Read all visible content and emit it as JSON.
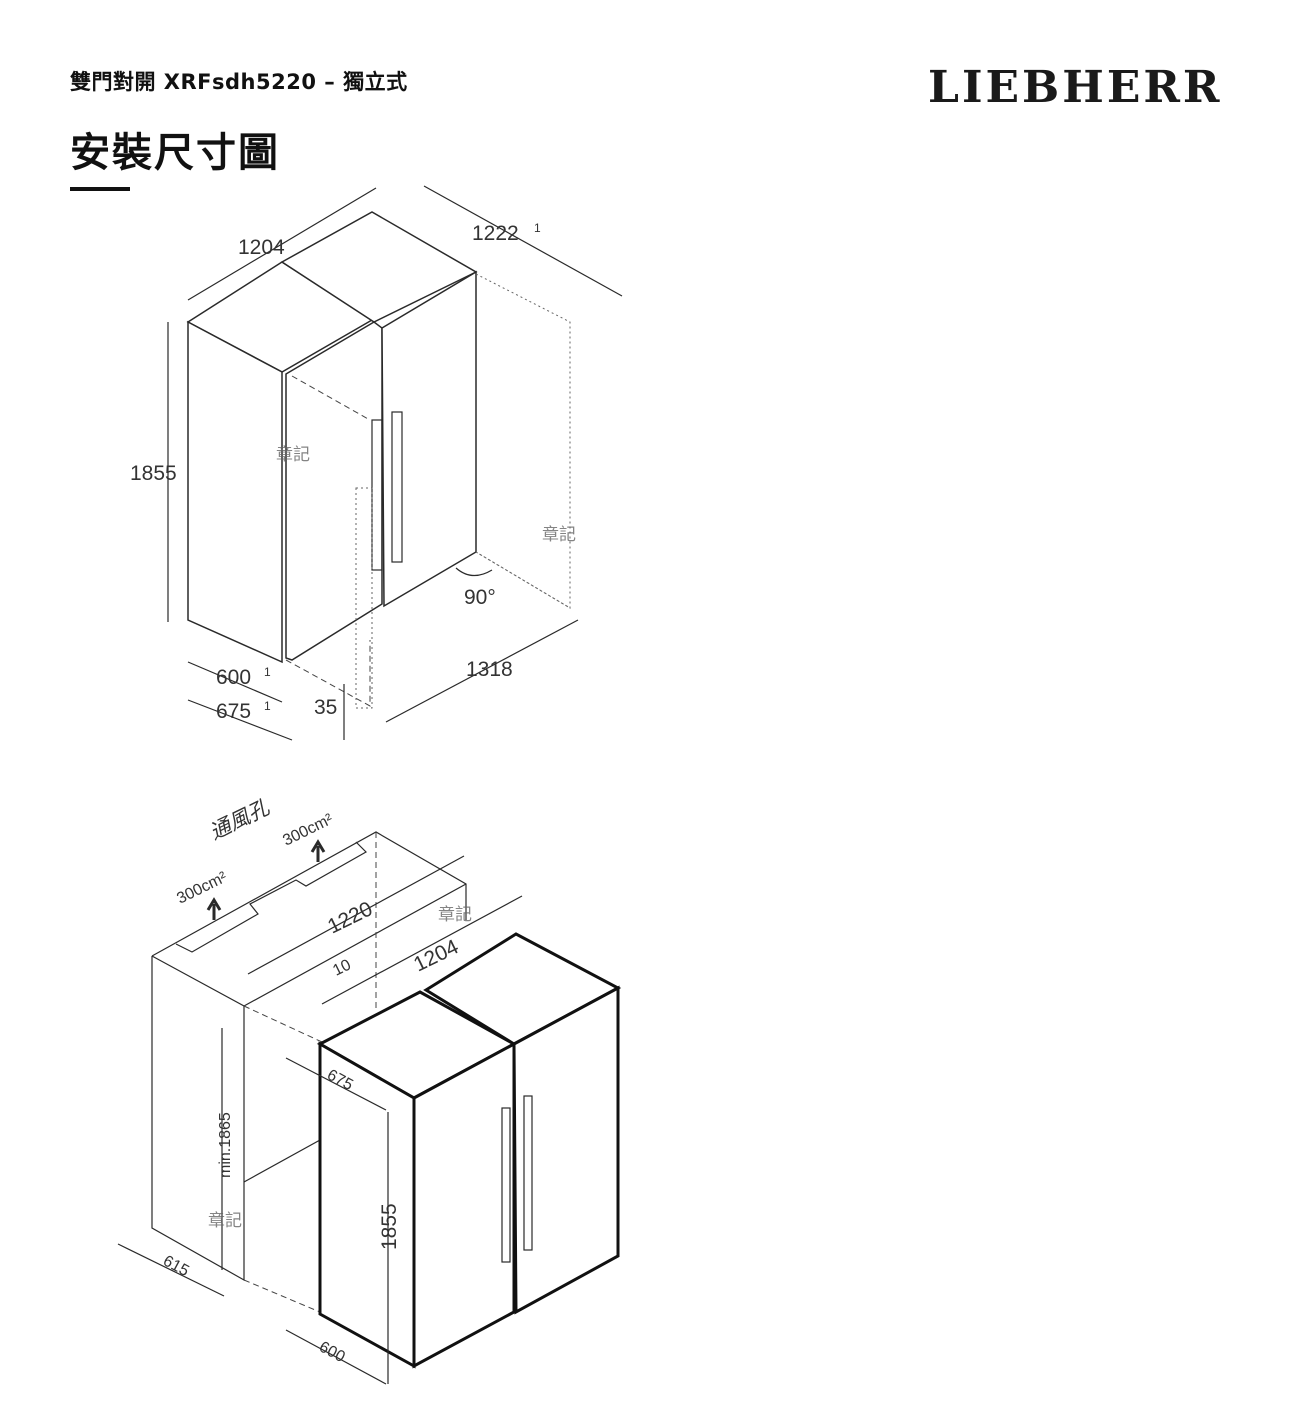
{
  "header": {
    "subtitle": "雙門對開 XRFsdh5220 – 獨立式",
    "title": "安裝尺寸圖",
    "brand": "LIEBHERR"
  },
  "top_diagram": {
    "width_top": "1204",
    "depth_top": "1222",
    "depth_top_note": "1",
    "height": "1855",
    "depth_600": "600",
    "depth_600_note": "1",
    "depth_675": "675",
    "depth_675_note": "1",
    "gap": "35",
    "open_width": "1318",
    "angle": "90°"
  },
  "bottom_diagram": {
    "vent_label": "通風孔",
    "vent_left": "300cm²",
    "vent_right": "300cm²",
    "niche_width": "1220",
    "spacing": "10",
    "unit_width": "1204",
    "unit_depth": "675",
    "niche_height": "min.1865",
    "niche_depth": "615",
    "unit_height": "1855",
    "unit_depth_bottom": "600"
  },
  "stamps": [
    "章記",
    "章記",
    "章記",
    "章記"
  ]
}
